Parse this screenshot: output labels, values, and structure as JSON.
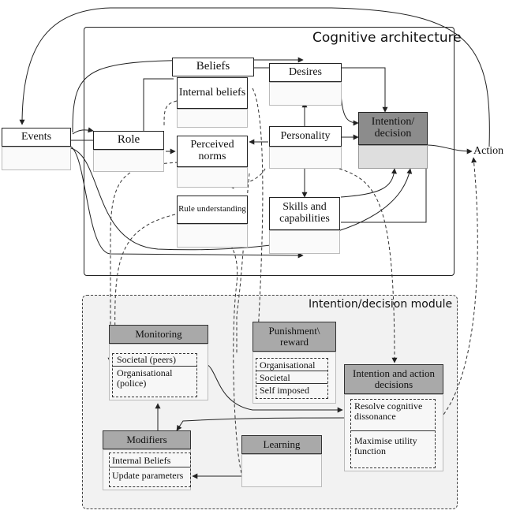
{
  "regions": {
    "cognitive_title": "Cognitive architecture",
    "module_title": "Intention/decision module"
  },
  "nodes": {
    "events": "Events",
    "action": "Action",
    "role": "Role",
    "beliefs": "Beliefs",
    "internal_beliefs": "Internal beliefs",
    "perceived_norms": "Perceived norms",
    "rule_understanding": "Rule understanding",
    "desires": "Desires",
    "personality": "Personality",
    "skills": "Skills and capabilities",
    "intention": "Intention/ decision"
  },
  "module": {
    "monitoring": {
      "title": "Monitoring",
      "items": [
        "Societal (peers)",
        "Organisational (police)"
      ]
    },
    "punishment": {
      "title": "Punishment\\ reward",
      "items": [
        "Organisational",
        "Societal",
        "Self imposed"
      ]
    },
    "intention_action": {
      "title": "Intention and action decisions",
      "items": [
        "Resolve cognitive dissonance",
        "Maximise utility function"
      ]
    },
    "modifiers": {
      "title": "Modifiers",
      "items": [
        "Internal Beliefs",
        "Update parameters"
      ]
    },
    "learning": {
      "title": "Learning"
    }
  },
  "colors": {
    "intention_header": "#8c8c8c",
    "module_header": "#a9a9a9",
    "module_background": "#f2f2f2"
  }
}
